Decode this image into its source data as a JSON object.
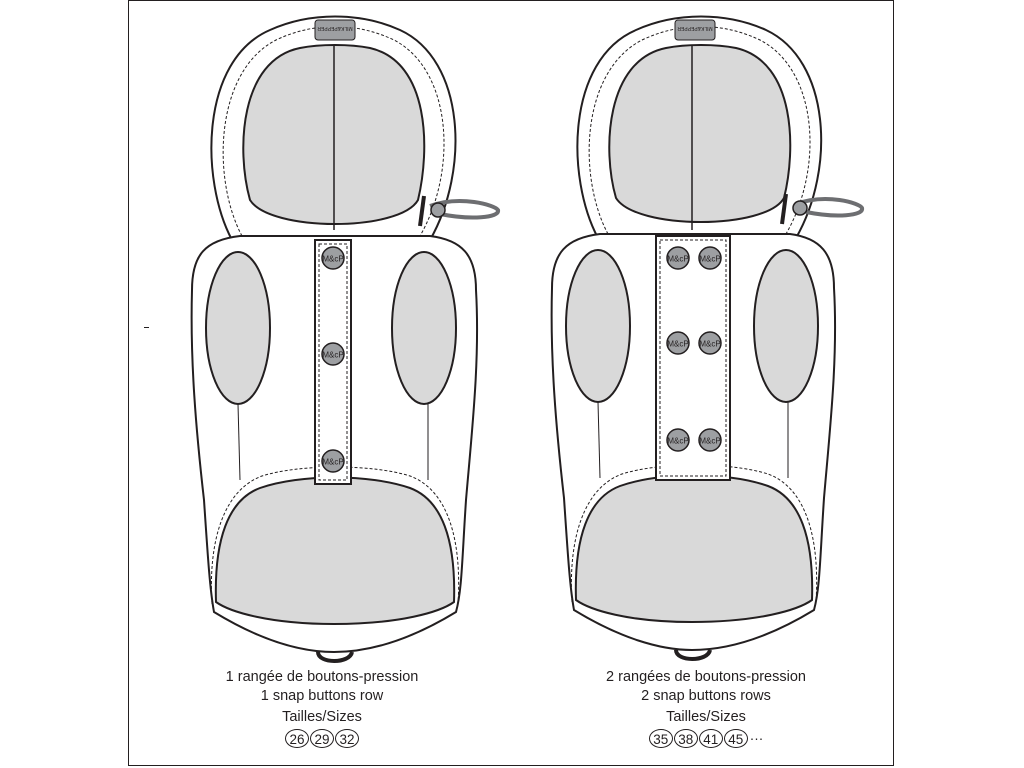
{
  "left_vest": {
    "caption_fr": "1 rangée de boutons-pression",
    "caption_en": "1 snap buttons row",
    "sizes_label": "Tailles/Sizes",
    "sizes": [
      "26",
      "29",
      "32"
    ]
  },
  "right_vest": {
    "caption_fr": "2 rangées de boutons-pression",
    "caption_en": "2 snap buttons rows",
    "sizes_label": "Tailles/Sizes",
    "sizes": [
      "35",
      "38",
      "41",
      "45"
    ],
    "sizes_more": "···"
  },
  "snap_label": "M&cP",
  "brand_tag": "MILK&PEPPER",
  "colors": {
    "outline": "#231f20",
    "fill": "#d9d9d9",
    "snap": "#9d9fa2"
  }
}
